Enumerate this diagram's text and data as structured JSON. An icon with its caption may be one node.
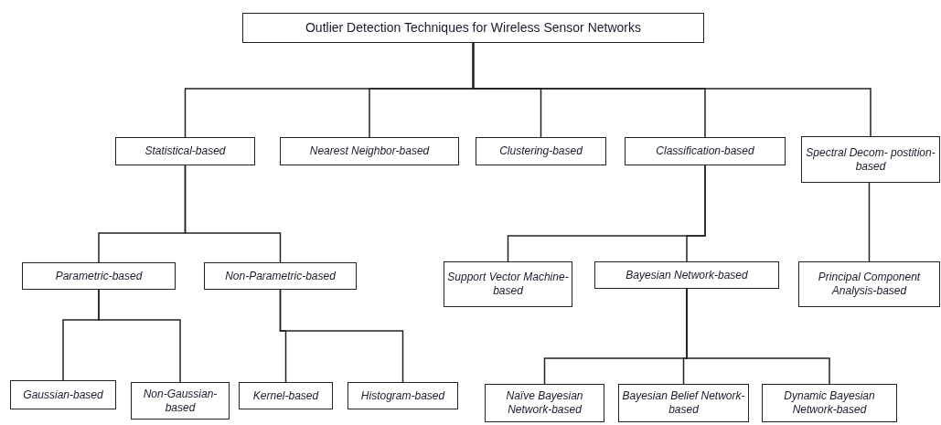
{
  "diagram": {
    "nodes": [
      {
        "text": [
          "Outlier Detection Techniques for Wireless Sensor Networks"
        ]
      },
      {
        "text": [
          "Statistical-based"
        ]
      },
      {
        "text": [
          "Nearest Neighbor-based"
        ]
      },
      {
        "text": [
          "Clustering-based"
        ]
      },
      {
        "text": [
          "Classification-based"
        ]
      },
      {
        "text": [
          "Spectral Decom- postition-based"
        ]
      },
      {
        "text": [
          "Parametric-based"
        ]
      },
      {
        "text": [
          "Non-Parametric-based"
        ]
      },
      {
        "text": [
          "Support Vector Machine-based"
        ]
      },
      {
        "text": [
          "Bayesian Network-based"
        ]
      },
      {
        "text": [
          "Principal Component Analysis-based"
        ]
      },
      {
        "text": [
          "Gaussian-based"
        ]
      },
      {
        "text": [
          "Non-Gaussian-based"
        ]
      },
      {
        "text": [
          "Kernel-based"
        ]
      },
      {
        "text": [
          "Histogram-based"
        ]
      },
      {
        "text": [
          "Naïve Bayesian Network-based"
        ]
      },
      {
        "text": [
          "Bayesian Belief Network-based"
        ]
      },
      {
        "text": [
          "Dynamic Bayesian Network-based"
        ]
      }
    ],
    "edges": [
      {
        "from": 0,
        "to": 1,
        "arrow": "none"
      },
      {
        "from": 0,
        "to": 2,
        "arrow": "none"
      },
      {
        "from": 0,
        "to": 3,
        "arrow": "none"
      },
      {
        "from": 0,
        "to": 4,
        "arrow": "none"
      },
      {
        "from": 0,
        "to": 5,
        "arrow": "none"
      },
      {
        "from": 1,
        "to": 6,
        "arrow": "none"
      },
      {
        "from": 1,
        "to": 7,
        "arrow": "none"
      },
      {
        "from": 4,
        "to": 8,
        "arrow": "none"
      },
      {
        "from": 4,
        "to": 9,
        "arrow": "none"
      },
      {
        "from": 5,
        "to": 10,
        "arrow": "none"
      },
      {
        "from": 6,
        "to": 11,
        "arrow": "none"
      },
      {
        "from": 6,
        "to": 12,
        "arrow": "none"
      },
      {
        "from": 7,
        "to": 13,
        "arrow": "none"
      },
      {
        "from": 7,
        "to": 14,
        "arrow": "none"
      },
      {
        "from": 9,
        "to": 15,
        "arrow": "none"
      },
      {
        "from": 9,
        "to": 16,
        "arrow": "none"
      },
      {
        "from": 9,
        "to": 17,
        "arrow": "none"
      }
    ]
  }
}
